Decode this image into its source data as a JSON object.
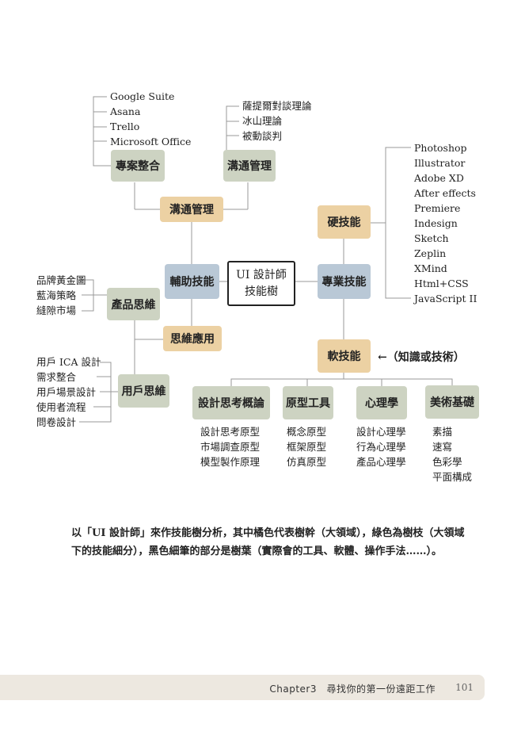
{
  "root": {
    "line1": "UI 設計師",
    "line2": "技能樹"
  },
  "trunks": {
    "left": "輔助技能",
    "right": "專業技能"
  },
  "left_branches": {
    "comm_manage_upper": "溝通管理",
    "project_integration": "專案整合",
    "comm_manage": "溝通管理",
    "thinking_apply": "思維應用",
    "product_thinking": "產品思維",
    "user_thinking": "用戶思維"
  },
  "right_branches": {
    "hard_skill": "硬技能",
    "soft_skill": "軟技能",
    "design_concept": "設計思考概論",
    "prototype_tool": "原型工具",
    "psychology": "心理學",
    "art_basics": "美術基礎"
  },
  "leaves": {
    "project_tools": [
      "Google Suite",
      "Asana",
      "Trello",
      "Microsoft Office"
    ],
    "comm_theories": [
      "薩提爾對談理論",
      "冰山理論",
      "被動談判"
    ],
    "hard_tools": [
      "Photoshop",
      "Illustrator",
      " Adobe XD",
      "After effects",
      "Premiere",
      "Indesign",
      "Sketch",
      "Zeplin",
      "XMind",
      "Html+CSS",
      "JavaScript II"
    ],
    "product_items": [
      "品牌黃金圖",
      "藍海策略",
      "縫隙市場"
    ],
    "user_items": [
      "用戶 ICA 設計",
      "需求整合",
      "用戶場景設計",
      "使用者流程",
      "問卷設計"
    ],
    "design_items": [
      "設計思考原型",
      "市場調查原型",
      "模型製作原理"
    ],
    "prototype_items": [
      "概念原型",
      "框架原型",
      "仿真原型"
    ],
    "psych_items": [
      "設計心理學",
      "行為心理學",
      "產品心理學"
    ],
    "art_items": [
      "素描",
      "速寫",
      "色彩學",
      "平面構成"
    ]
  },
  "soft_note": "←（知識或技術）",
  "caption": "以「UI 設計師」來作技能樹分析，其中橘色代表樹幹（大領域），綠色為樹枝（大領域下的技能細分），黑色細筆的部分是樹葉（實際會的工具、軟體、操作手法……）。",
  "footer": {
    "chapter": "Chapter3　尋找你的第一份遠距工作",
    "page": "101"
  },
  "colors": {
    "orange": "#ecd1a3",
    "blue": "#b9c8d6",
    "green": "#cdd3c2",
    "line": "#999999"
  }
}
